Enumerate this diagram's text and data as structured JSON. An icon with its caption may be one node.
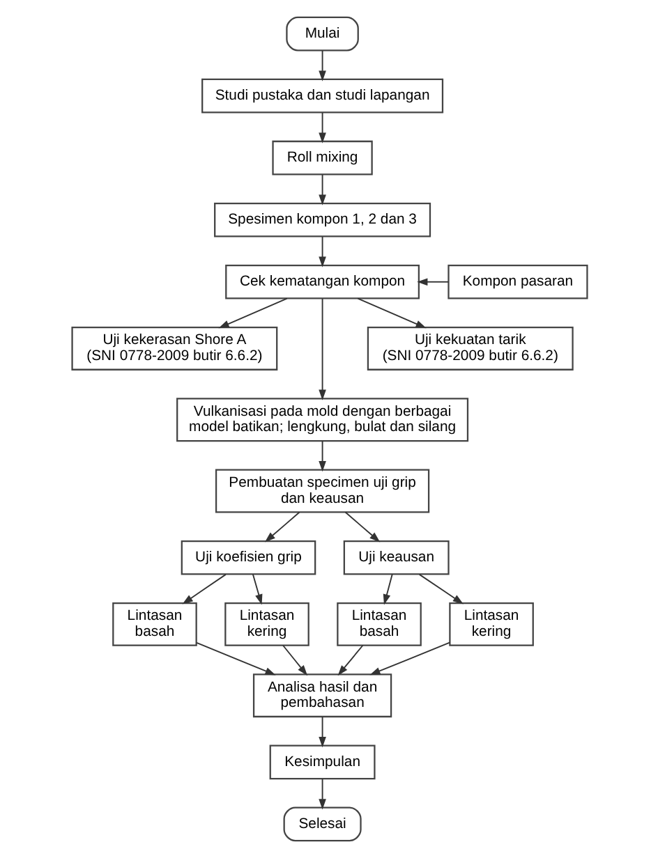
{
  "diagram": {
    "nodes": [
      {
        "text": [
          "Mulai"
        ]
      },
      {
        "text": [
          "Studi pustaka dan studi lapangan"
        ]
      },
      {
        "text": [
          "Roll mixing"
        ]
      },
      {
        "text": [
          "Spesimen kompon 1, 2 dan 3"
        ]
      },
      {
        "text": [
          "Cek kematangan kompon"
        ]
      },
      {
        "text": [
          "Kompon pasaran"
        ]
      },
      {
        "text": [
          "Uji kekerasan Shore A (SNI 0778-2009 butir 6.6.2)"
        ]
      },
      {
        "text": [
          "Uji kekuatan tarik (SNI 0778-2009 butir 6.6.2)"
        ]
      },
      {
        "text": [
          "Vulkanisasi pada mold dengan berbagai model batikan; lengkung, bulat dan silang"
        ]
      },
      {
        "text": [
          "Pembuatan specimen uji grip dan keausan"
        ]
      },
      {
        "text": [
          "Uji koefisien grip"
        ]
      },
      {
        "text": [
          "Uji keausan"
        ]
      },
      {
        "text": [
          "Lintasan basah"
        ]
      },
      {
        "text": [
          "Lintasan kering"
        ]
      },
      {
        "text": [
          "Lintasan basah"
        ]
      },
      {
        "text": [
          "Lintasan kering"
        ]
      },
      {
        "text": [
          "Analisa hasil dan pembahasan"
        ]
      },
      {
        "text": [
          "Kesimpulan"
        ]
      },
      {
        "text": [
          "Selesai"
        ]
      }
    ],
    "edges": [
      {
        "from": 0,
        "to": 1,
        "arrow": "to"
      },
      {
        "from": 1,
        "to": 2,
        "arrow": "to"
      },
      {
        "from": 2,
        "to": 3,
        "arrow": "to"
      },
      {
        "from": 3,
        "to": 4,
        "arrow": "to"
      },
      {
        "from": 5,
        "to": 4,
        "arrow": "to"
      },
      {
        "from": 4,
        "to": 6,
        "arrow": "to"
      },
      {
        "from": 4,
        "to": 8,
        "arrow": "to"
      },
      {
        "from": 4,
        "to": 7,
        "arrow": "to"
      },
      {
        "from": 8,
        "to": 9,
        "arrow": "to"
      },
      {
        "from": 9,
        "to": 10,
        "arrow": "to"
      },
      {
        "from": 9,
        "to": 11,
        "arrow": "to"
      },
      {
        "from": 10,
        "to": 12,
        "arrow": "to"
      },
      {
        "from": 10,
        "to": 13,
        "arrow": "to"
      },
      {
        "from": 11,
        "to": 14,
        "arrow": "to"
      },
      {
        "from": 11,
        "to": 15,
        "arrow": "to"
      },
      {
        "from": 12,
        "to": 16,
        "arrow": "to"
      },
      {
        "from": 13,
        "to": 16,
        "arrow": "to"
      },
      {
        "from": 14,
        "to": 16,
        "arrow": "to"
      },
      {
        "from": 15,
        "to": 16,
        "arrow": "to"
      },
      {
        "from": 16,
        "to": 17,
        "arrow": "to"
      },
      {
        "from": 17,
        "to": 18,
        "arrow": "to"
      }
    ]
  }
}
